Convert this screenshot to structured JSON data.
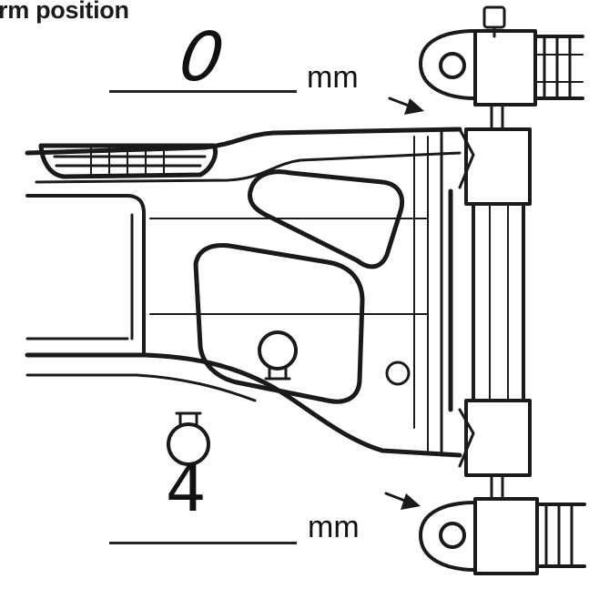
{
  "title": "rm position",
  "measurements": {
    "top": {
      "value": "0",
      "unit": "mm"
    },
    "bottom": {
      "value": "4",
      "unit": "mm"
    }
  },
  "colors": {
    "ink": "#1a1a1a",
    "paper": "#ffffff"
  }
}
